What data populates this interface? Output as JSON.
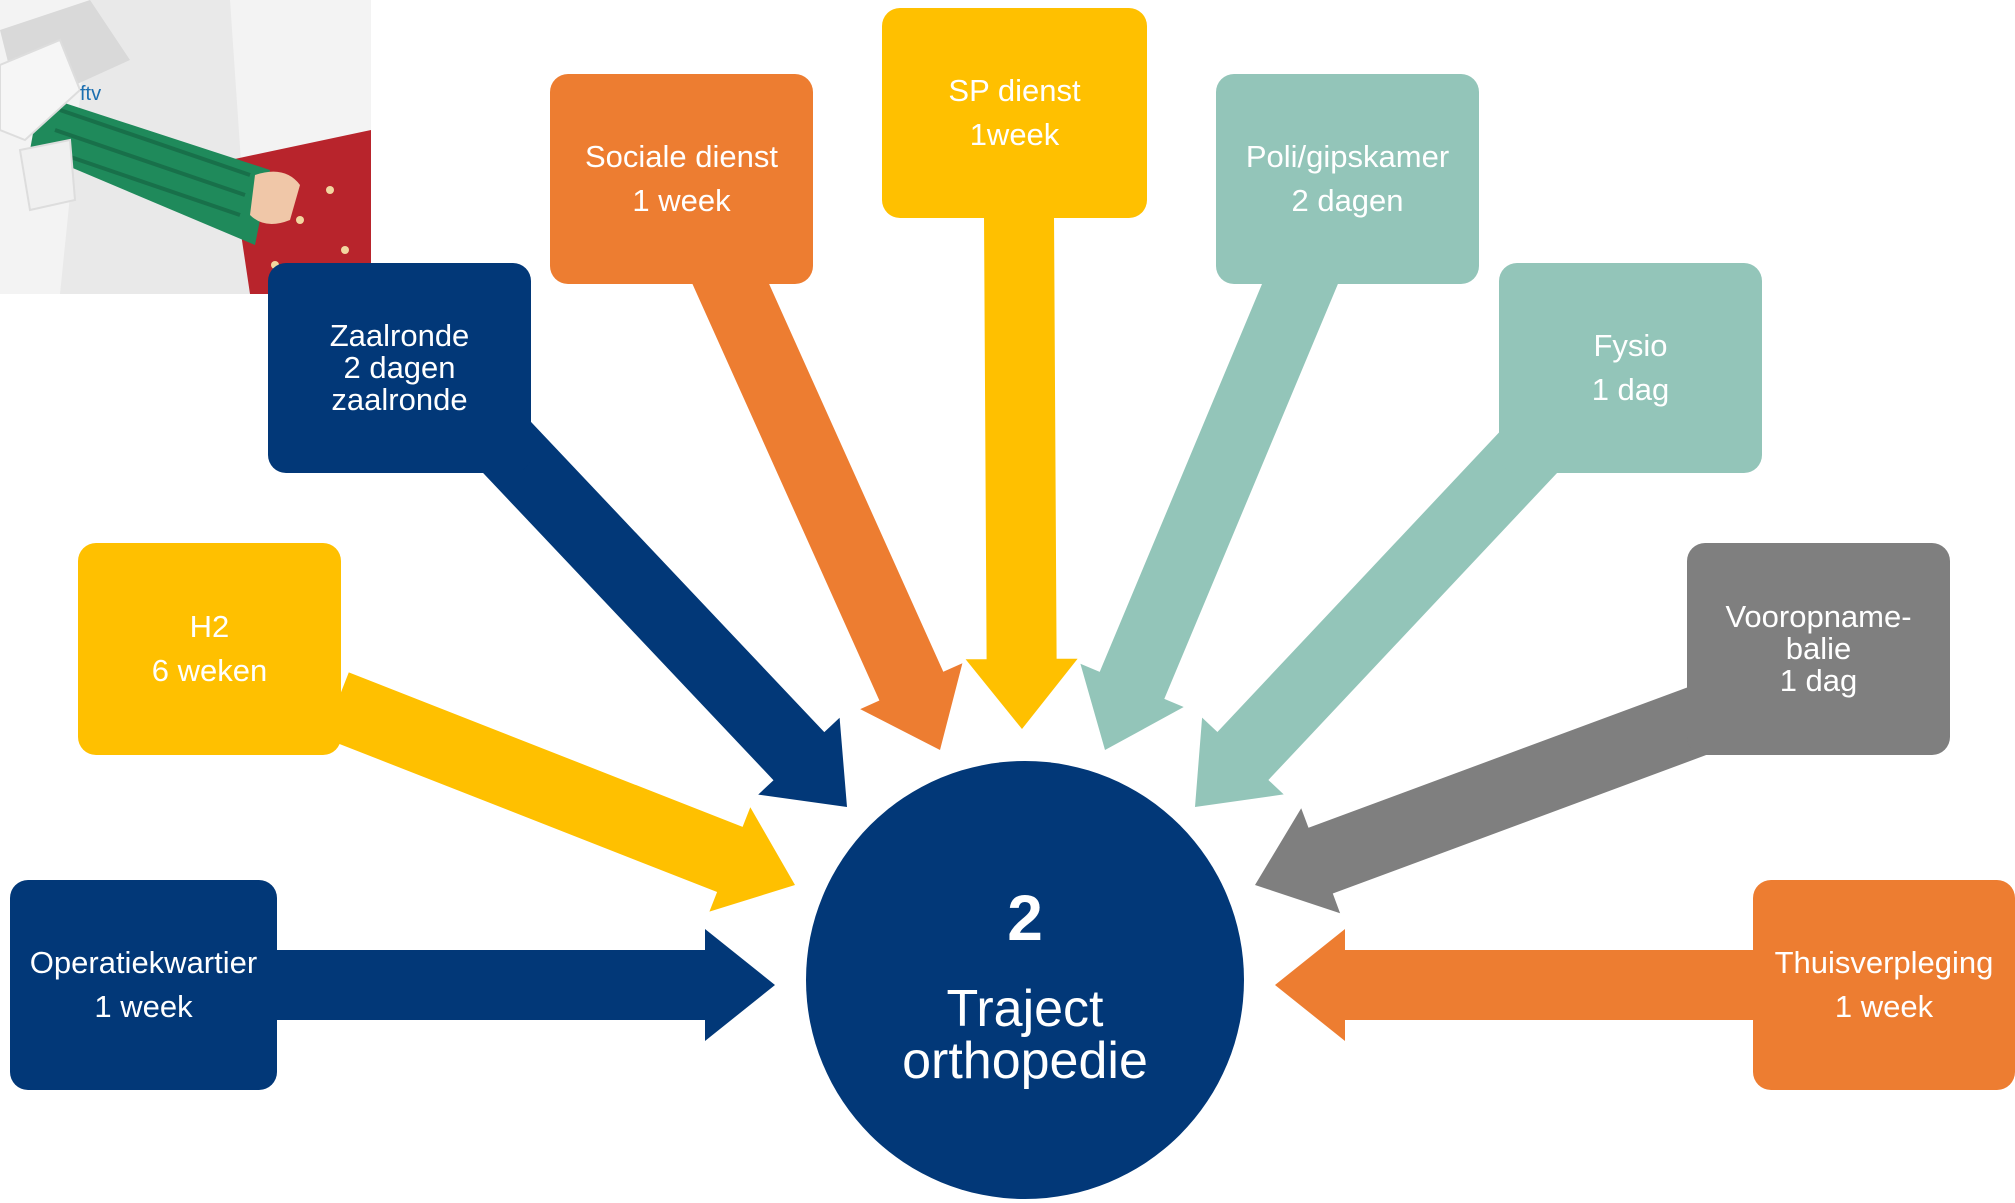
{
  "hub": {
    "number": "2",
    "title_line1": "Traject",
    "title_line2": "orthopedie"
  },
  "nodes": [
    {
      "id": "operatiekwartier",
      "lines": [
        "Operatiekwartier",
        "1 week"
      ],
      "color": "#023878"
    },
    {
      "id": "h2",
      "lines": [
        "H2",
        "6 weken"
      ],
      "color": "#FFC000"
    },
    {
      "id": "zaalronde",
      "lines": [
        "Zaalronde",
        "2 dagen",
        "zaalronde"
      ],
      "color": "#023878"
    },
    {
      "id": "sociale-dienst",
      "lines": [
        "Sociale dienst",
        "1 week"
      ],
      "color": "#ED7D31"
    },
    {
      "id": "sp-dienst",
      "lines": [
        "SP dienst",
        "1week"
      ],
      "color": "#FFC000"
    },
    {
      "id": "poli-gipskamer",
      "lines": [
        "Poli/gipskamer",
        "2 dagen"
      ],
      "color": "#93C5B9"
    },
    {
      "id": "fysio",
      "lines": [
        "Fysio",
        "1 dag"
      ],
      "color": "#93C5B9"
    },
    {
      "id": "vooropnamebalie",
      "lines": [
        "Vooropname-",
        "balie",
        "1 dag"
      ],
      "color": "#7F7F7F"
    },
    {
      "id": "thuisverpleging",
      "lines": [
        "Thuisverpleging",
        "1 week"
      ],
      "color": "#ED7D31"
    }
  ],
  "colors": {
    "navy": "#023878",
    "yellow": "#FFC000",
    "orange": "#ED7D31",
    "teal": "#93C5B9",
    "gray": "#7F7F7F"
  },
  "photo": {
    "icon": "orthopedic-cast-photo"
  }
}
